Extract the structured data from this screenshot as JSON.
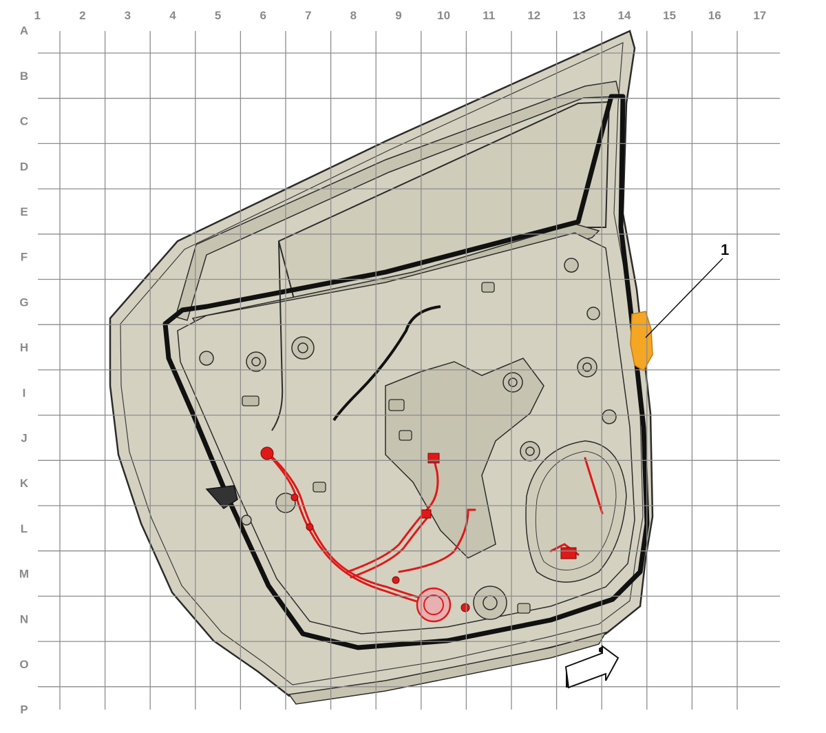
{
  "grid": {
    "columns": [
      "1",
      "2",
      "3",
      "4",
      "5",
      "6",
      "7",
      "8",
      "9",
      "10",
      "11",
      "12",
      "13",
      "14",
      "15",
      "16",
      "17"
    ],
    "rows": [
      "A",
      "B",
      "C",
      "D",
      "E",
      "F",
      "G",
      "H",
      "I",
      "J",
      "K",
      "L",
      "M",
      "N",
      "O",
      "P"
    ]
  },
  "callouts": [
    {
      "label": "1",
      "part": "harness-connector",
      "color": "#f5a623"
    }
  ],
  "colors": {
    "panel_fill": "#d4d1c0",
    "panel_dark": "#c6c3b0",
    "outline": "#2b2b2b",
    "seal": "#111111",
    "harness": "#e01818",
    "grid_line": "#8c8c8c",
    "highlight": "#f5a623"
  },
  "icons": {
    "direction_arrow": "forward-arrow-icon"
  }
}
